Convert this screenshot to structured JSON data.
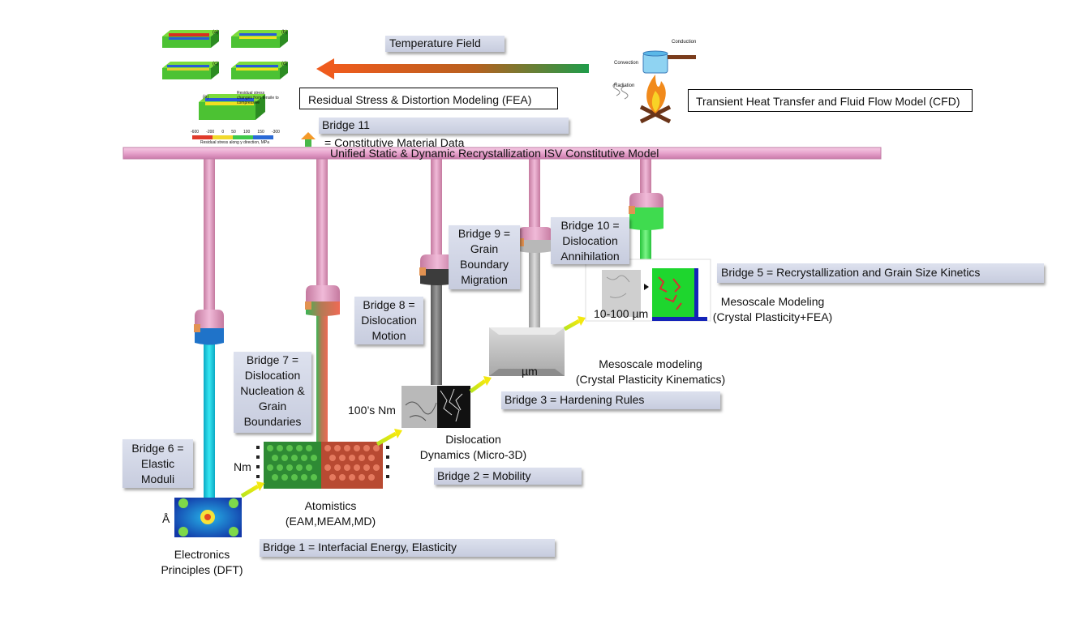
{
  "temperature_field": "Temperature Field",
  "fea_model": "Residual Stress & Distortion Modeling (FEA)",
  "cfd_model": "Transient Heat Transfer and Fluid Flow Model (CFD)",
  "cfd_icon_labels": {
    "conduction": "Conduction",
    "convection": "Convection",
    "radiation": "Radiation"
  },
  "fea_panel_letters": [
    "(a)",
    "(b)",
    "(c)",
    "(d)",
    "(e)"
  ],
  "fea_panel_note": "Residual stress changes from tensile to compressive",
  "fea_colorbar_caption": "Residual stress along y direction, MPa",
  "fea_colorbar_ticks": [
    "-600",
    "-200",
    "0",
    "50",
    "100",
    "150",
    "-300"
  ],
  "bridge11": {
    "title": "Bridge 11",
    "text": "= Constitutive Material Data"
  },
  "unified_model": "Unified Static & Dynamic Recrystallization ISV Constitutive Model",
  "bridges": {
    "b1": "Bridge 1 = Interfacial Energy, Elasticity",
    "b2": "Bridge 2 = Mobility",
    "b3": "Bridge 3 = Hardening Rules",
    "b5": "Bridge 5 = Recrystallization and Grain Size Kinetics",
    "b6": [
      "Bridge 6 =",
      "Elastic",
      "Moduli"
    ],
    "b7": [
      "Bridge 7 =",
      "Dislocation",
      "Nucleation &",
      "Grain",
      "Boundaries"
    ],
    "b8": [
      "Bridge 8 =",
      "Dislocation",
      "Motion"
    ],
    "b9": [
      "Bridge 9 =",
      "Grain",
      "Boundary",
      "Migration"
    ],
    "b10": [
      "Bridge 10 =",
      "Dislocation",
      "Annihilation"
    ]
  },
  "scales": {
    "angstrom": "Å",
    "nm": "Nm",
    "hundreds_nm": "100’s Nm",
    "um": "µm",
    "ten_hundred_um": "10-100 µm"
  },
  "levels": {
    "electronics": [
      "Electronics",
      "Principles (DFT)"
    ],
    "atomistics": [
      "Atomistics",
      "(EAM,MEAM,MD)"
    ],
    "dislocation": [
      "Dislocation",
      "Dynamics (Micro-3D)"
    ],
    "meso_kin": [
      "Mesoscale modeling",
      "(Crystal Plasticity Kinematics)"
    ],
    "meso_fea": [
      "Mesoscale Modeling",
      "(Crystal Plasticity+FEA)"
    ]
  },
  "colors": {
    "bar_pink": "#e9a6cf",
    "bridge_fill": "#d3d7e6",
    "arrow_orange": "#ee6a1c",
    "arrow_green": "#2fa84f",
    "cyan_pipe": "#18d3e6",
    "green_pipe": "#41e84f"
  }
}
